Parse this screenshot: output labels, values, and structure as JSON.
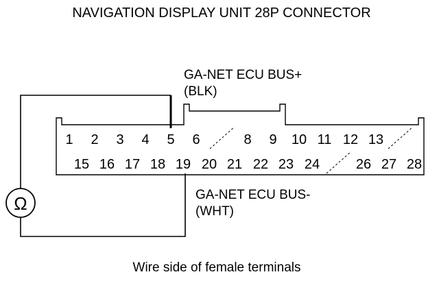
{
  "title": "NAVIGATION DISPLAY UNIT 28P CONNECTOR",
  "bus_plus": {
    "line1": "GA-NET ECU BUS+",
    "line2": "(BLK)"
  },
  "bus_minus": {
    "line1": "GA-NET ECU BUS-",
    "line2": "(WHT)"
  },
  "meter_symbol": "Ω",
  "caption": "Wire side of female terminals",
  "pins_top": [
    "1",
    "2",
    "3",
    "4",
    "5",
    "6",
    "8",
    "9",
    "10",
    "11",
    "12",
    "13"
  ],
  "pins_bottom": [
    "15",
    "16",
    "17",
    "18",
    "19",
    "20",
    "21",
    "22",
    "23",
    "24",
    "26",
    "27",
    "28"
  ]
}
